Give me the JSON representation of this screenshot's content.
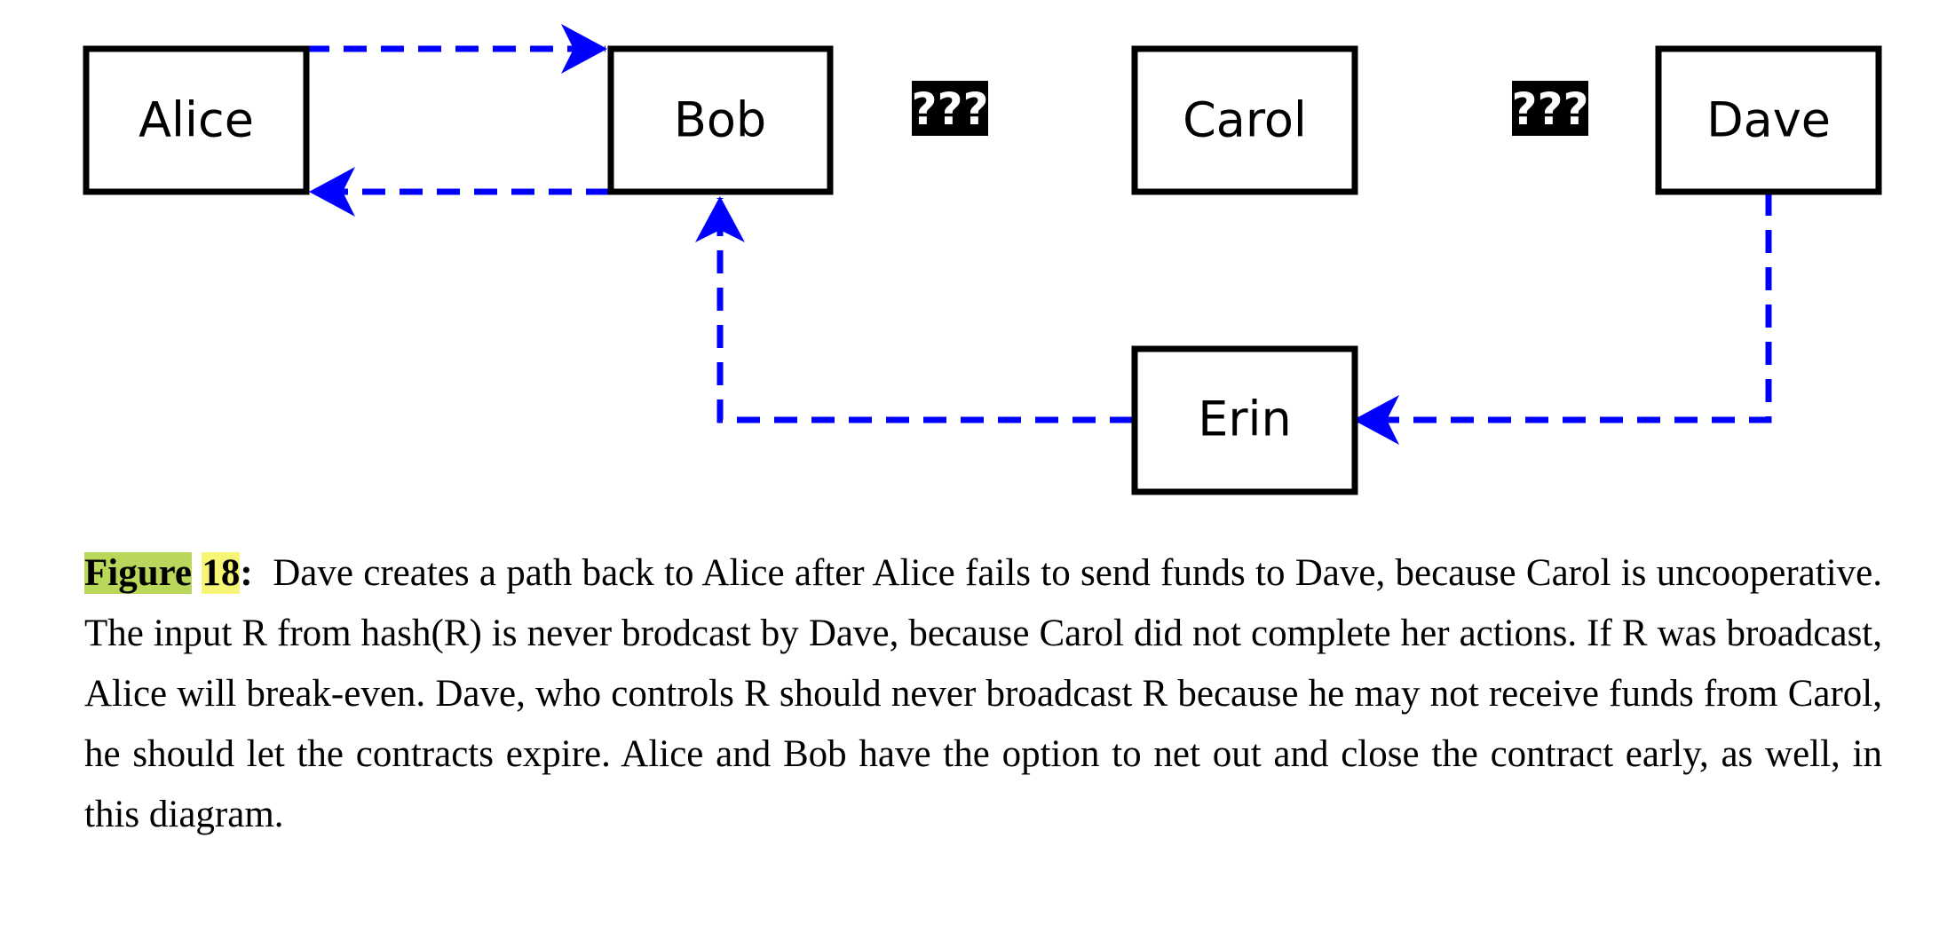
{
  "diagram": {
    "nodes": [
      {
        "id": "alice",
        "label": "Alice"
      },
      {
        "id": "bob",
        "label": "Bob"
      },
      {
        "id": "carol",
        "label": "Carol"
      },
      {
        "id": "dave",
        "label": "Dave"
      },
      {
        "id": "erin",
        "label": "Erin"
      }
    ],
    "unknown_links": [
      {
        "between": [
          "bob",
          "carol"
        ],
        "label": "???"
      },
      {
        "between": [
          "carol",
          "dave"
        ],
        "label": "???"
      }
    ],
    "edges": [
      {
        "from": "alice",
        "to": "bob",
        "style": "dashed"
      },
      {
        "from": "bob",
        "to": "alice",
        "style": "dashed"
      },
      {
        "from": "dave",
        "to": "erin",
        "style": "dashed"
      },
      {
        "from": "erin",
        "to": "bob",
        "style": "dashed"
      }
    ],
    "colors": {
      "edge": "#0000ff",
      "node_border": "#000000",
      "unknown_bg": "#000000",
      "figure_word_highlight": "#b9d75a",
      "figure_number_highlight": "#f7f576"
    }
  },
  "caption": {
    "figure_word": "Figure",
    "figure_number": "18",
    "separator": ":",
    "text": "Dave creates a path back to Alice after Alice fails to send funds to Dave, because Carol is uncooperative. The input R from hash(R) is never brodcast by Dave, because Carol did not complete her actions. If R was broadcast, Alice will break-even. Dave, who controls R should never broadcast R because he may not receive funds from Carol, he should let the contracts expire. Alice and Bob have the option to net out and close the contract early, as well, in this diagram."
  }
}
